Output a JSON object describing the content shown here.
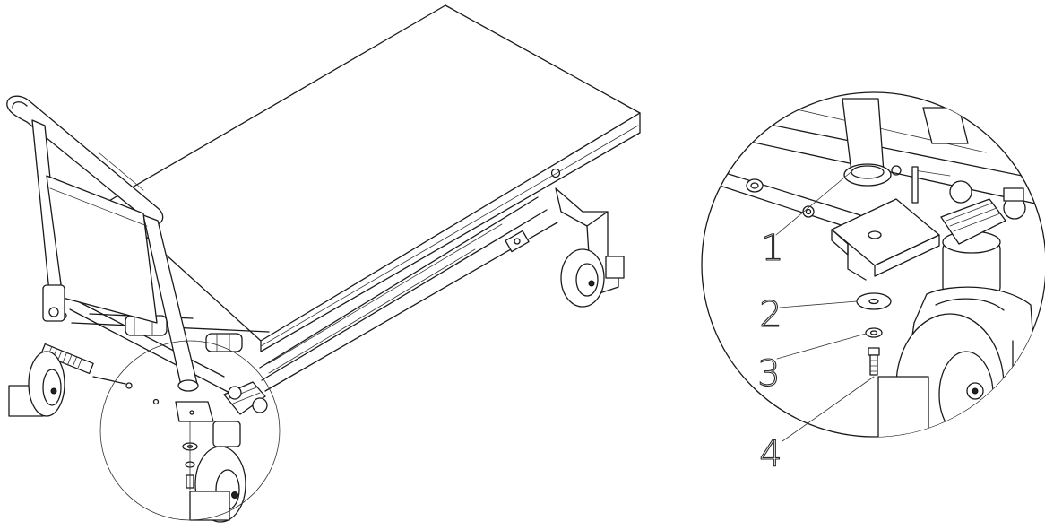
{
  "callouts": [
    {
      "number": "1"
    },
    {
      "number": "2"
    },
    {
      "number": "3"
    },
    {
      "number": "4"
    }
  ]
}
